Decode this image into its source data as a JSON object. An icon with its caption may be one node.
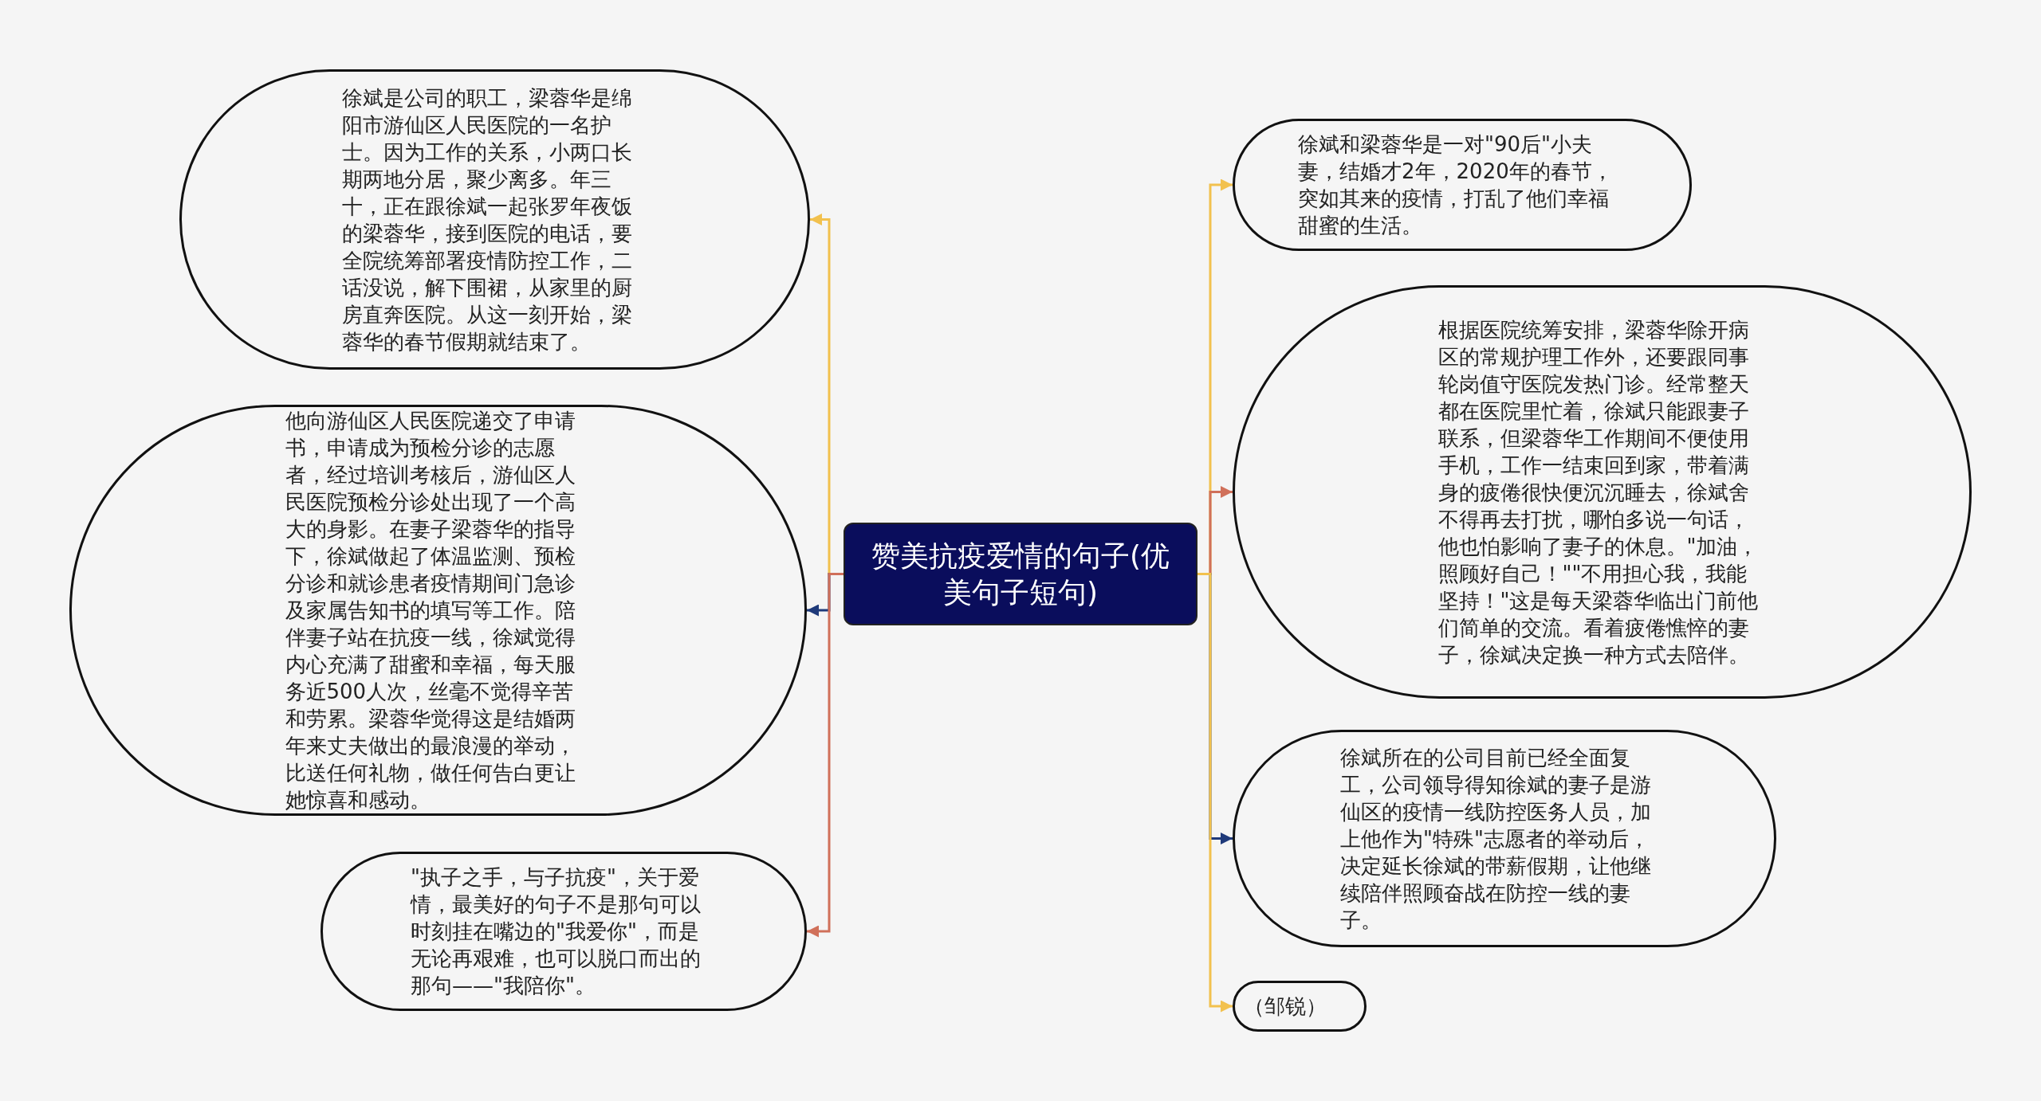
{
  "diagram": {
    "nodes": [
      {
        "text": [
          "赞美抗疫爱情的句子(优美句子短句)"
        ]
      },
      {
        "text": [
          "徐斌是公司的职工，梁蓉华是绵阳市游仙区人民医院的一名护士。因为工作的关系，小两口长期两地分居，聚少离多。年三十，正在跟徐斌一起张罗年夜饭的梁蓉华，接到医院的电话，要全院统筹部署疫情防控工作，二话没说，解下围裙，从家里的厨房直奔医院。从这一刻开始，梁蓉华的春节假期就结束了。"
        ]
      },
      {
        "text": [
          "他向游仙区人民医院递交了申请书，申请成为预检分诊的志愿者，经过培训考核后，游仙区人民医院预检分诊处出现了一个高大的身影。在妻子梁蓉华的指导下，徐斌做起了体温监测、预检分诊和就诊患者疫情期间门急诊及家属告知书的填写等工作。陪伴妻子站在抗疫一线，徐斌觉得内心充满了甜蜜和幸福，每天服务近500人次，丝毫不觉得辛苦和劳累。梁蓉华觉得这是结婚两年来丈夫做出的最浪漫的举动，比送任何礼物，做任何告白更让她惊喜和感动。"
        ]
      },
      {
        "text": [
          "\"执子之手，与子抗疫\"，关于爱情，最美好的句子不是那句可以时刻挂在嘴边的\"我爱你\"，而是无论再艰难，也可以脱口而出的那句——\"我陪你\"。"
        ]
      },
      {
        "text": [
          "徐斌和梁蓉华是一对\"90后\"小夫妻，结婚才2年，2020年的春节，突如其来的疫情，打乱了他们幸福甜蜜的生活。"
        ]
      },
      {
        "text": [
          "根据医院统筹安排，梁蓉华除开病区的常规护理工作外，还要跟同事轮岗值守医院发热门诊。经常整天都在医院里忙着，徐斌只能跟妻子联系，但梁蓉华工作期间不便使用手机，工作一结束回到家，带着满身的疲倦很快便沉沉睡去，徐斌舍不得再去打扰，哪怕多说一句话，他也怕影响了妻子的休息。\"加油，照顾好自己！\"\"不用担心我，我能坚持！\"这是每天梁蓉华临出门前他们简单的交流。看着疲倦憔悴的妻子，徐斌决定换一种方式去陪伴。"
        ]
      },
      {
        "text": [
          "徐斌所在的公司目前已经全面复工，公司领导得知徐斌的妻子是游仙区的疫情一线防控医务人员，加上他作为\"特殊\"志愿者的举动后，决定延长徐斌的带薪假期，让他继续陪伴照顾奋战在防控一线的妻子。"
        ]
      },
      {
        "text": [
          "（邹锐）"
        ]
      }
    ],
    "edges": [
      {
        "from": 0,
        "to": 1,
        "arrow": "to",
        "color": "#f2c14e"
      },
      {
        "from": 0,
        "to": 2,
        "arrow": "to",
        "color": "#1f3a7a"
      },
      {
        "from": 0,
        "to": 3,
        "arrow": "to",
        "color": "#d0705a"
      },
      {
        "from": 0,
        "to": 4,
        "arrow": "to",
        "color": "#f2c14e"
      },
      {
        "from": 0,
        "to": 5,
        "arrow": "to",
        "color": "#d0705a"
      },
      {
        "from": 0,
        "to": 6,
        "arrow": "to",
        "color": "#1f3a7a"
      },
      {
        "from": 0,
        "to": 7,
        "arrow": "to",
        "color": "#f2c14e"
      }
    ]
  }
}
